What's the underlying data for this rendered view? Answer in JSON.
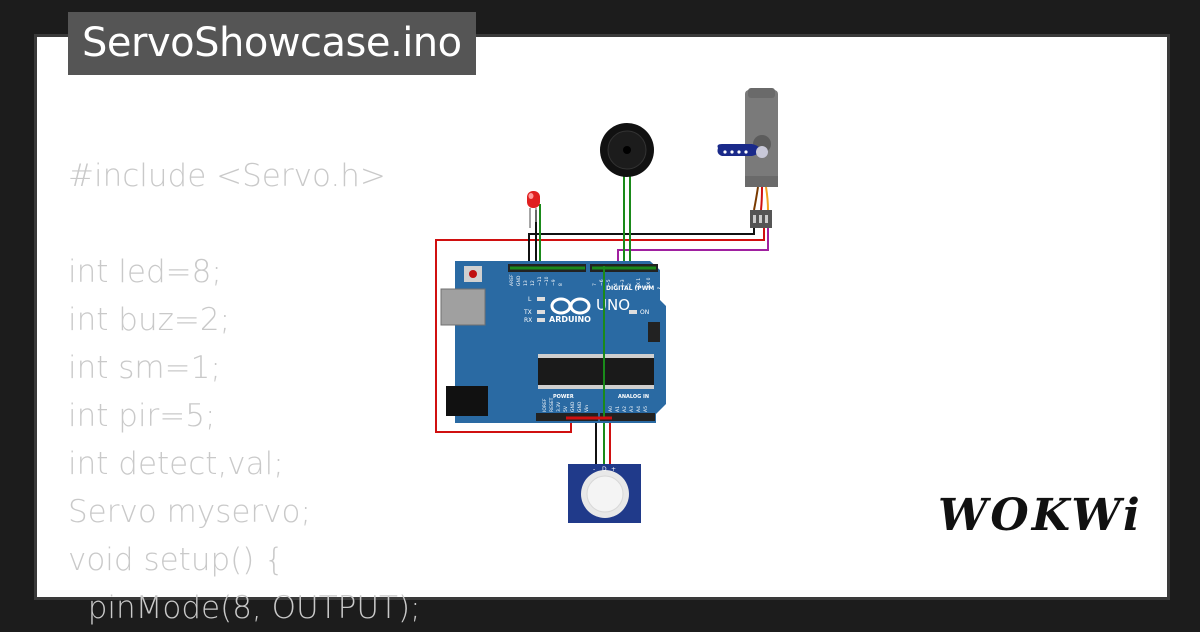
{
  "title": "ServoShowcase.ino",
  "code_lines": [
    "#include <Servo.h>",
    "",
    "int led=8;",
    "int buz=2;",
    "int sm=1;",
    "int pir=5;",
    "int detect,val;",
    "Servo myservo;",
    "void setup() {",
    "  pinMode(8, OUTPUT);"
  ],
  "brand": "WOKWi",
  "board": {
    "name": "UNO",
    "maker": "ARDUINO",
    "digital_label": "DIGITAL (PWM ~)",
    "power_label": "POWER",
    "analog_label": "ANALOG IN",
    "led_labels": [
      "L",
      "TX",
      "RX",
      "ON"
    ],
    "power_pins": [
      "IOREF",
      "RESET",
      "3.3V",
      "5V",
      "GND",
      "GND",
      "Vin"
    ],
    "analog_pins": [
      "A0",
      "A1",
      "A2",
      "A3",
      "A4",
      "A5"
    ],
    "digital_pins_top": [
      "AREF",
      "GND",
      "13",
      "12",
      "~11",
      "~10",
      "~9",
      "8",
      "7",
      "~6",
      "~5",
      "4",
      "~3",
      "2",
      "TX 1",
      "RX 0"
    ]
  },
  "pir_labels": [
    "-",
    "D",
    "+"
  ],
  "colors": {
    "board": "#2a6aa3",
    "wire_red": "#d01010",
    "wire_green": "#1a8a1a",
    "wire_black": "#111111",
    "wire_purple": "#a020a0",
    "servo_horn": "#1a2a8a",
    "pir_board": "#203a8a"
  }
}
